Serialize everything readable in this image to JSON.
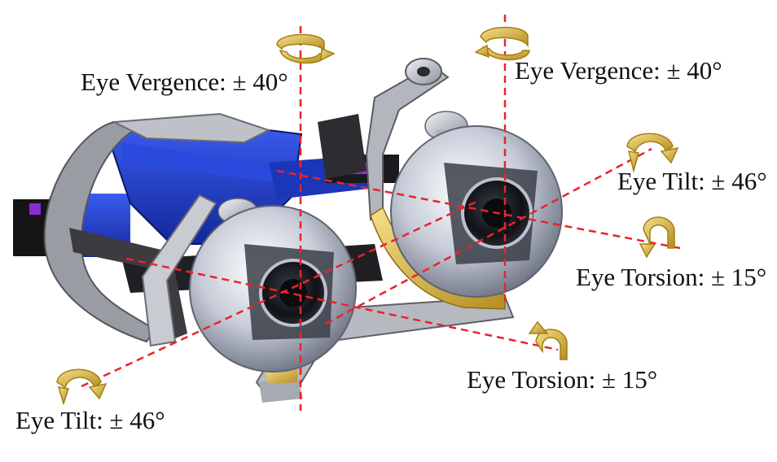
{
  "labels": {
    "vergence_left": "Eye Vergence: ± 40°",
    "vergence_right": "Eye Vergence: ± 40°",
    "tilt_right": "Eye Tilt:  ± 46°",
    "torsion_right": "Eye Torsion: ± 15°",
    "torsion_front": "Eye Torsion: ± 15°",
    "tilt_left": "Eye Tilt:  ± 46°"
  },
  "colors": {
    "axis_line": "#e8242a",
    "rotation_arrow": "#f2b01e",
    "frame_blue": "#1f3fd1",
    "metal": "#c8ccd6",
    "dark_link": "#3a3a3e",
    "support_yellow": "#d8b23a"
  }
}
